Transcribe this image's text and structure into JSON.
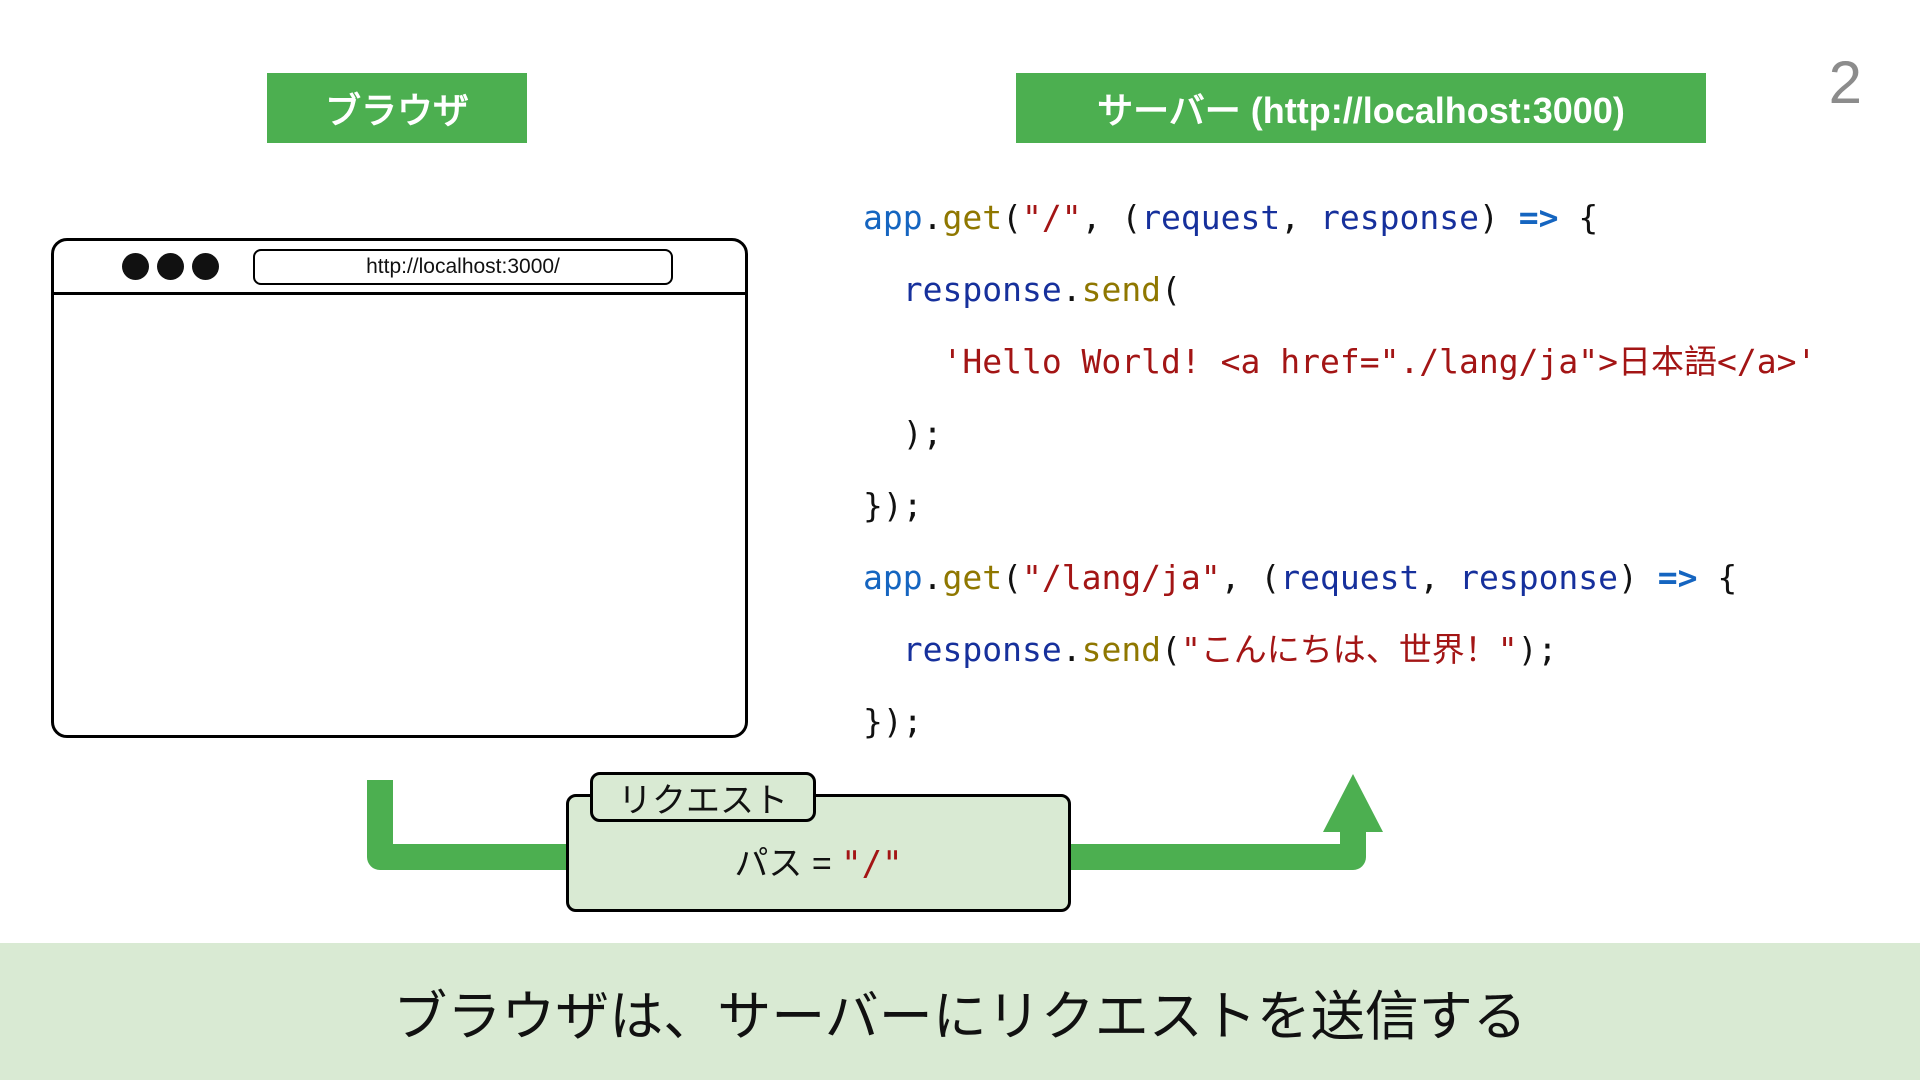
{
  "page_number": "2",
  "labels": {
    "browser": "ブラウザ",
    "server": "サーバー (http://localhost:3000)"
  },
  "browser_window": {
    "url": "http://localhost:3000/"
  },
  "code": {
    "lines": [
      [
        {
          "c": "fn",
          "t": "app"
        },
        {
          "c": "pl",
          "t": "."
        },
        {
          "c": "me",
          "t": "get"
        },
        {
          "c": "pl",
          "t": "("
        },
        {
          "c": "st",
          "t": "\"/\""
        },
        {
          "c": "pl",
          "t": ", ("
        },
        {
          "c": "pa",
          "t": "request"
        },
        {
          "c": "pl",
          "t": ", "
        },
        {
          "c": "pa",
          "t": "response"
        },
        {
          "c": "pl",
          "t": ") "
        },
        {
          "c": "ar",
          "t": "=>"
        },
        {
          "c": "pl",
          "t": " {"
        }
      ],
      [
        {
          "c": "pl",
          "t": "  "
        },
        {
          "c": "pa",
          "t": "response"
        },
        {
          "c": "pl",
          "t": "."
        },
        {
          "c": "me",
          "t": "send"
        },
        {
          "c": "pl",
          "t": "("
        }
      ],
      [
        {
          "c": "pl",
          "t": "    "
        },
        {
          "c": "st",
          "t": "'Hello World! <a href=\"./lang/ja\">日本語</a>'"
        }
      ],
      [
        {
          "c": "pl",
          "t": "  );"
        }
      ],
      [
        {
          "c": "pl",
          "t": "});"
        }
      ],
      [
        {
          "c": "fn",
          "t": "app"
        },
        {
          "c": "pl",
          "t": "."
        },
        {
          "c": "me",
          "t": "get"
        },
        {
          "c": "pl",
          "t": "("
        },
        {
          "c": "st",
          "t": "\"/lang/ja\""
        },
        {
          "c": "pl",
          "t": ", ("
        },
        {
          "c": "pa",
          "t": "request"
        },
        {
          "c": "pl",
          "t": ", "
        },
        {
          "c": "pa",
          "t": "response"
        },
        {
          "c": "pl",
          "t": ") "
        },
        {
          "c": "ar",
          "t": "=>"
        },
        {
          "c": "pl",
          "t": " {"
        }
      ],
      [
        {
          "c": "pl",
          "t": "  "
        },
        {
          "c": "pa",
          "t": "response"
        },
        {
          "c": "pl",
          "t": "."
        },
        {
          "c": "me",
          "t": "send"
        },
        {
          "c": "pl",
          "t": "("
        },
        {
          "c": "st",
          "t": "\"こんにちは、世界！\""
        },
        {
          "c": "pl",
          "t": ");"
        }
      ],
      [
        {
          "c": "pl",
          "t": "});"
        }
      ]
    ]
  },
  "request_box": {
    "tab_label": "リクエスト",
    "path_prefix": "パス = ",
    "path_value": "\"/\""
  },
  "caption": "ブラウザは、サーバーにリクエストを送信する",
  "colors": {
    "green": "#4caf50",
    "light_green": "#d9ead3",
    "code_function": "#1565c0",
    "code_method": "#8f7700",
    "code_string": "#a31515",
    "code_param": "#16309c",
    "code_arrow": "#1565c0"
  }
}
